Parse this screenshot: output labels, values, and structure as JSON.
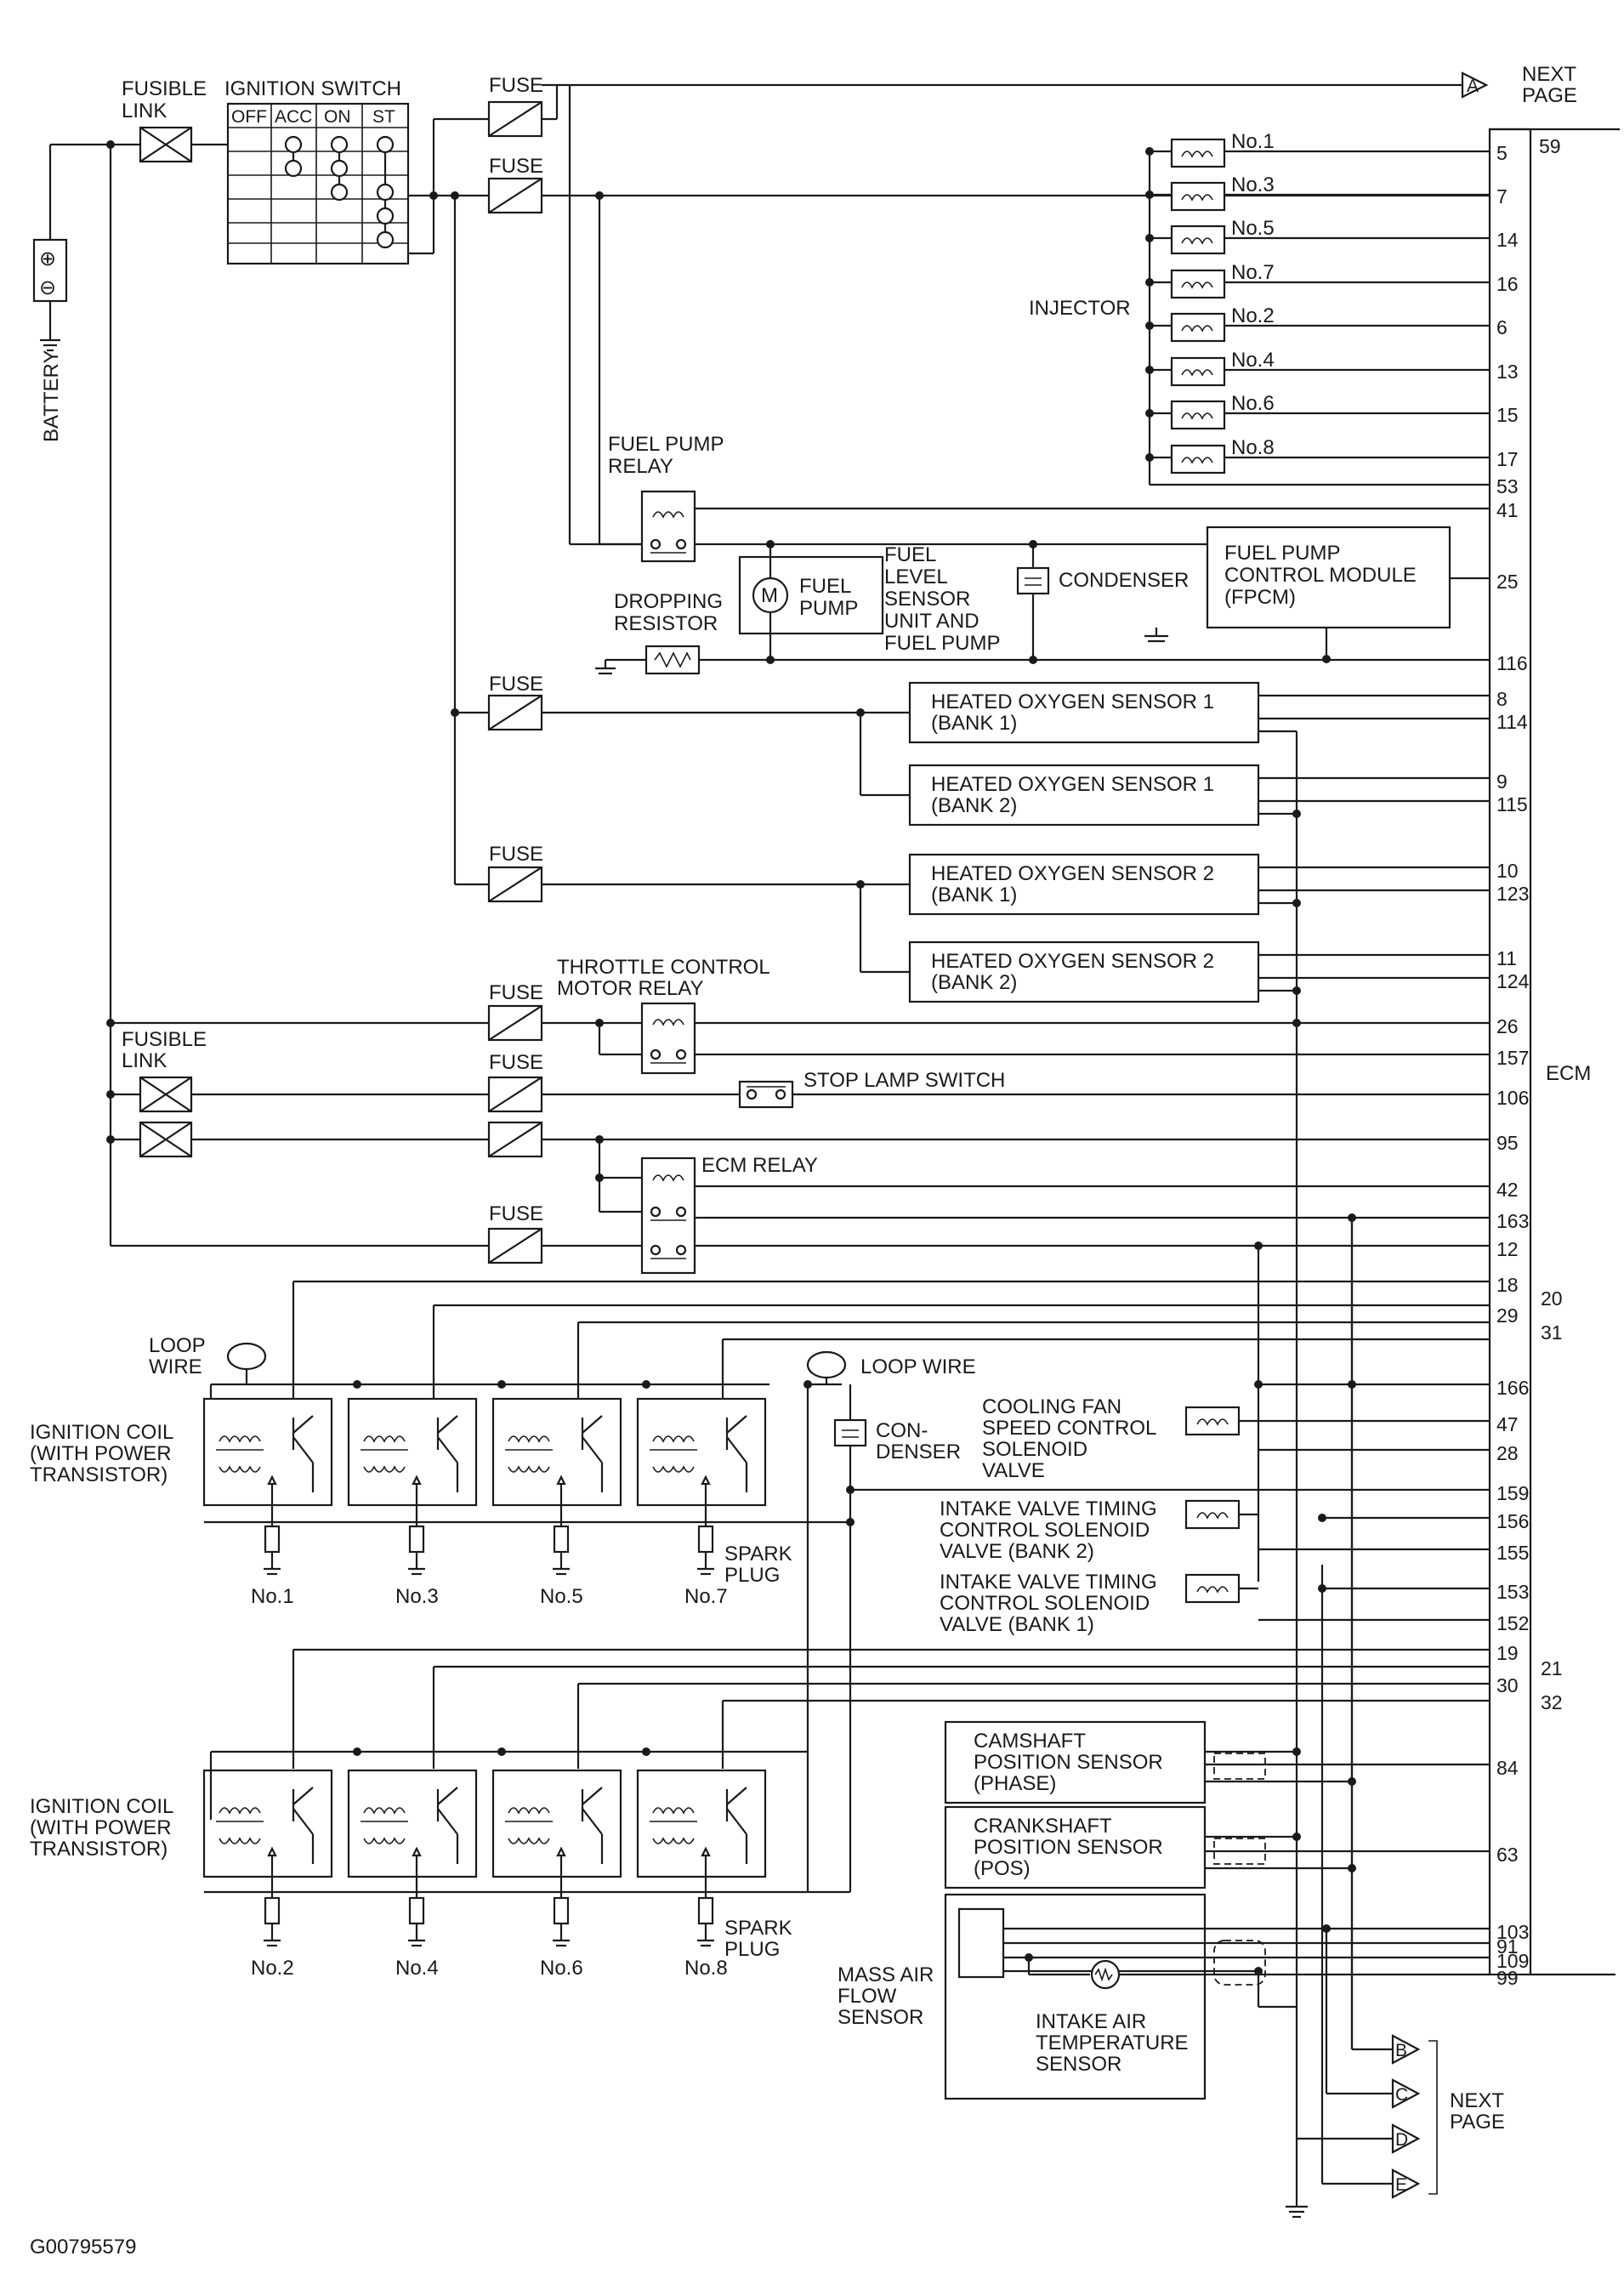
{
  "diagram_id": "G00795579",
  "battery": {
    "label": "BATTERY",
    "plus": "⊕",
    "minus": "⊖"
  },
  "fusible_link": {
    "label_1": "FUSIBLE",
    "label_2": "LINK"
  },
  "ignition_switch": {
    "title": "IGNITION SWITCH",
    "columns": [
      "OFF",
      "ACC",
      "ON",
      "ST"
    ]
  },
  "fuse_label": "FUSE",
  "next_page": {
    "line1": "NEXT",
    "line2": "PAGE",
    "connectors": [
      "A",
      "B",
      "C",
      "D",
      "E"
    ]
  },
  "injector": {
    "label": "INJECTOR",
    "items": [
      "No.1",
      "No.3",
      "No.5",
      "No.7",
      "No.2",
      "No.4",
      "No.6",
      "No.8"
    ]
  },
  "fuel_pump_relay": {
    "line1": "FUEL PUMP",
    "line2": "RELAY"
  },
  "fuel_pump": {
    "motor": "M",
    "line1": "FUEL",
    "line2": "PUMP"
  },
  "fuel_level_sensor": {
    "line1": "FUEL",
    "line2": "LEVEL",
    "line3": "SENSOR",
    "line4": "UNIT AND",
    "line5": "FUEL PUMP"
  },
  "condenser_label": "CONDENSER",
  "fpcm": {
    "line1": "FUEL PUMP",
    "line2": "CONTROL MODULE",
    "line3": "(FPCM)"
  },
  "dropping_resistor": {
    "line1": "DROPPING",
    "line2": "RESISTOR"
  },
  "ho2s": [
    {
      "line1": "HEATED OXYGEN SENSOR 1",
      "line2": "(BANK 1)"
    },
    {
      "line1": "HEATED OXYGEN SENSOR 1",
      "line2": "(BANK 2)"
    },
    {
      "line1": "HEATED OXYGEN SENSOR 2",
      "line2": "(BANK 1)"
    },
    {
      "line1": "HEATED OXYGEN SENSOR 2",
      "line2": "(BANK 2)"
    }
  ],
  "throttle_relay": {
    "line1": "THROTTLE CONTROL",
    "line2": "MOTOR RELAY"
  },
  "stop_lamp_switch": "STOP LAMP SWITCH",
  "ecm_relay": "ECM RELAY",
  "ecm_label": "ECM",
  "loop_wire": {
    "line1": "LOOP",
    "line2": "WIRE",
    "right": "LOOP WIRE"
  },
  "ignition_coil": {
    "line1": "IGNITION COIL",
    "line2": "(WITH POWER",
    "line3": "TRANSISTOR)"
  },
  "spark_plug": {
    "line1": "SPARK",
    "line2": "PLUG"
  },
  "coil_upper": [
    "No.1",
    "No.3",
    "No.5",
    "No.7"
  ],
  "coil_lower": [
    "No.2",
    "No.4",
    "No.6",
    "No.8"
  ],
  "condenser2": {
    "line1": "CON-",
    "line2": "DENSER"
  },
  "cooling_fan_valve": {
    "line1": "COOLING FAN",
    "line2": "SPEED CONTROL",
    "line3": "SOLENOID",
    "line4": "VALVE"
  },
  "ivt_bank2": {
    "line1": "INTAKE VALVE TIMING",
    "line2": "CONTROL SOLENOID",
    "line3": "VALVE (BANK 2)"
  },
  "ivt_bank1": {
    "line1": "INTAKE VALVE TIMING",
    "line2": "CONTROL SOLENOID",
    "line3": "VALVE (BANK 1)"
  },
  "camshaft_sensor": {
    "line1": "CAMSHAFT",
    "line2": "POSITION SENSOR",
    "line3": "(PHASE)"
  },
  "crankshaft_sensor": {
    "line1": "CRANKSHAFT",
    "line2": "POSITION SENSOR",
    "line3": "(POS)"
  },
  "maf_sensor": {
    "line1": "MASS AIR",
    "line2": "FLOW",
    "line3": "SENSOR"
  },
  "iat_sensor": {
    "line1": "INTAKE AIR",
    "line2": "TEMPERATURE",
    "line3": "SENSOR"
  },
  "ecm_pins": {
    "p59": "59",
    "p5": "5",
    "p7": "7",
    "p14": "14",
    "p16": "16",
    "p6": "6",
    "p13": "13",
    "p15": "15",
    "p17": "17",
    "p53": "53",
    "p41": "41",
    "p25": "25",
    "p116": "116",
    "p8": "8",
    "p114": "114",
    "p9": "9",
    "p115": "115",
    "p10": "10",
    "p123": "123",
    "p11": "11",
    "p124": "124",
    "p26": "26",
    "p157": "157",
    "p106": "106",
    "p95": "95",
    "p42": "42",
    "p163": "163",
    "p12": "12",
    "p18": "18",
    "p20": "20",
    "p29": "29",
    "p31": "31",
    "p166": "166",
    "p47": "47",
    "p28": "28",
    "p159": "159",
    "p156": "156",
    "p155": "155",
    "p153": "153",
    "p152": "152",
    "p19": "19",
    "p21": "21",
    "p30": "30",
    "p32": "32",
    "p84": "84",
    "p63": "63",
    "p103": "103",
    "p91": "91",
    "p109": "109",
    "p99": "99"
  }
}
